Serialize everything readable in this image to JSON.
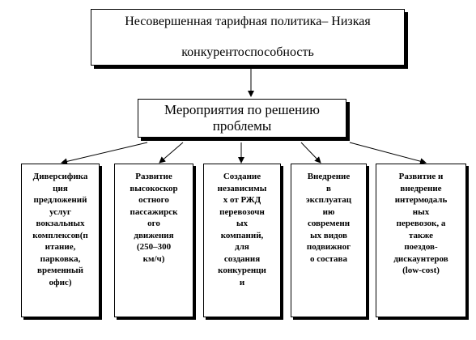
{
  "top_box": {
    "line1": "Несовершенная тарифная политика– Низкая",
    "line2": "конкурентоспособность"
  },
  "middle_box": {
    "line1": "Мероприятия по решению",
    "line2": "проблемы"
  },
  "children": [
    {
      "lines": [
        "Диверсифика",
        "ция",
        "предложений",
        "услуг",
        "вокзальных",
        "комплексов(п",
        "итание,",
        "парковка,",
        "временный",
        "офис)"
      ]
    },
    {
      "lines": [
        "Развитие",
        "высокоскор",
        "остного",
        "пассажирск",
        "ого",
        "движения",
        "(250–300",
        "км/ч)"
      ]
    },
    {
      "lines": [
        "Создание",
        "независимы",
        "х от РЖД",
        "перевозочн",
        "ых",
        "компаний,",
        "для",
        "создания",
        "конкуренци",
        "и"
      ]
    },
    {
      "lines": [
        "Внедрение",
        "в",
        "эксплуатац",
        "ию",
        "современн",
        "ых видов",
        "подвижног",
        "о состава"
      ]
    },
    {
      "lines": [
        "Развитие и",
        "внедрение",
        "интермодаль",
        "ных",
        "перевозок, а",
        "также",
        "поездов-",
        "дискаунтеров",
        "(low-cost)"
      ]
    }
  ]
}
